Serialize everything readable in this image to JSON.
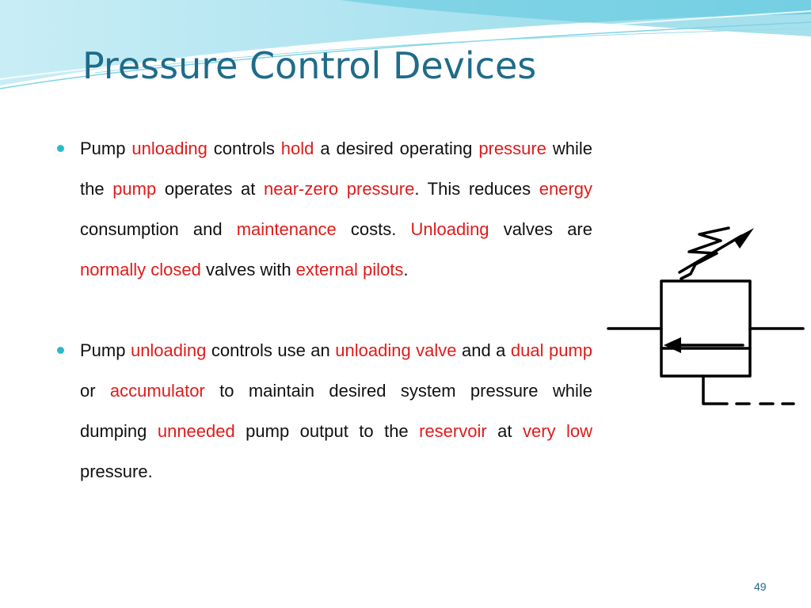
{
  "slide": {
    "title": "Pressure Control Devices",
    "page_number": "49"
  },
  "bullets": [
    {
      "segments": [
        {
          "text": "Pump ",
          "hl": false
        },
        {
          "text": "unloading",
          "hl": true
        },
        {
          "text": " controls ",
          "hl": false
        },
        {
          "text": "hold",
          "hl": true
        },
        {
          "text": " a desired operating ",
          "hl": false
        },
        {
          "text": "pressure",
          "hl": true
        },
        {
          "text": " while the ",
          "hl": false
        },
        {
          "text": "pump",
          "hl": true
        },
        {
          "text": " operates at ",
          "hl": false
        },
        {
          "text": "near-zero pressure",
          "hl": true
        },
        {
          "text": ". This reduces ",
          "hl": false
        },
        {
          "text": "energy",
          "hl": true
        },
        {
          "text": " consumption and ",
          "hl": false
        },
        {
          "text": "maintenance",
          "hl": true
        },
        {
          "text": " costs. ",
          "hl": false
        },
        {
          "text": "Unloading",
          "hl": true
        },
        {
          "text": " valves are ",
          "hl": false
        },
        {
          "text": "normally closed",
          "hl": true
        },
        {
          "text": " valves with ",
          "hl": false
        },
        {
          "text": "external pilots",
          "hl": true
        },
        {
          "text": ".",
          "hl": false
        }
      ]
    },
    {
      "segments": [
        {
          "text": "Pump ",
          "hl": false
        },
        {
          "text": "unloading",
          "hl": true
        },
        {
          "text": " controls use an ",
          "hl": false
        },
        {
          "text": "unloading valve",
          "hl": true
        },
        {
          "text": " and a ",
          "hl": false
        },
        {
          "text": "dual pump",
          "hl": true
        },
        {
          "text": " or ",
          "hl": false
        },
        {
          "text": "accumulator",
          "hl": true
        },
        {
          "text": " to maintain desired system pressure while dumping ",
          "hl": false
        },
        {
          "text": "unneeded",
          "hl": true
        },
        {
          "text": " pump output to the ",
          "hl": false
        },
        {
          "text": "reservoir",
          "hl": true
        },
        {
          "text": " at ",
          "hl": false
        },
        {
          "text": "very low",
          "hl": true
        },
        {
          "text": " pressure.",
          "hl": false
        }
      ]
    }
  ],
  "colors": {
    "title": "#1f6b8a",
    "highlight": "#e01b1b",
    "bullet_dot": "#2eb8cc",
    "body_text": "#111111"
  },
  "icons": {
    "bullet": "filled-circle",
    "valve": "unloading-valve-symbol"
  }
}
